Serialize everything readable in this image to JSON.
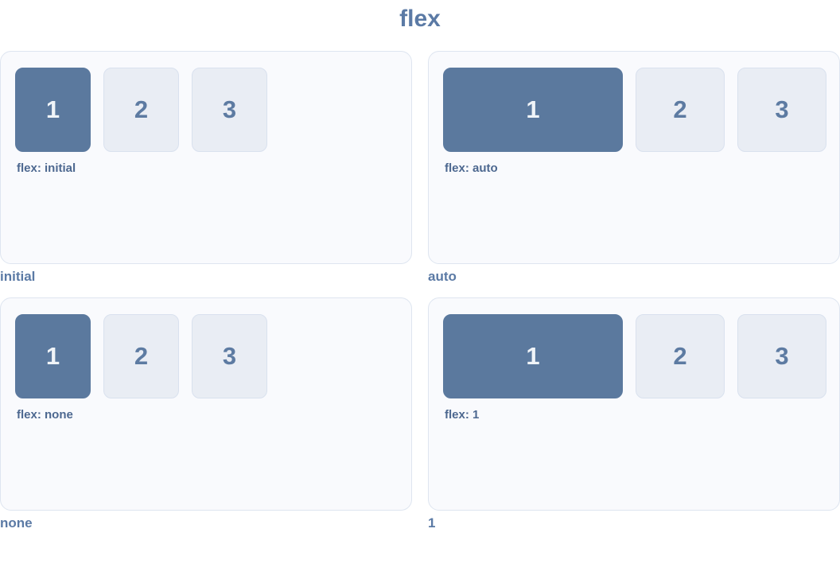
{
  "page": {
    "title": "flex"
  },
  "colors": {
    "heading": "#5b7aa5",
    "label": "#4d6890",
    "accent": "#5b799e",
    "accent-text": "#f0f4f8",
    "box-bg": "#e9edf4",
    "box-border": "#d9e1ee",
    "box-text": "#5d7ba2",
    "card-bg": "#f9fafd",
    "card-border": "#dee5f0"
  },
  "panels": [
    {
      "caption": "initial",
      "label": "flex: initial",
      "grow": false,
      "items": [
        "1",
        "2",
        "3"
      ],
      "highlighted_item": "1"
    },
    {
      "caption": "auto",
      "label": "flex: auto",
      "grow": true,
      "items": [
        "1",
        "2",
        "3"
      ],
      "highlighted_item": "1"
    },
    {
      "caption": "none",
      "label": "flex: none",
      "grow": false,
      "items": [
        "1",
        "2",
        "3"
      ],
      "highlighted_item": "1"
    },
    {
      "caption": "1",
      "label": "flex: 1",
      "grow": true,
      "items": [
        "1",
        "2",
        "3"
      ],
      "highlighted_item": "1"
    }
  ]
}
